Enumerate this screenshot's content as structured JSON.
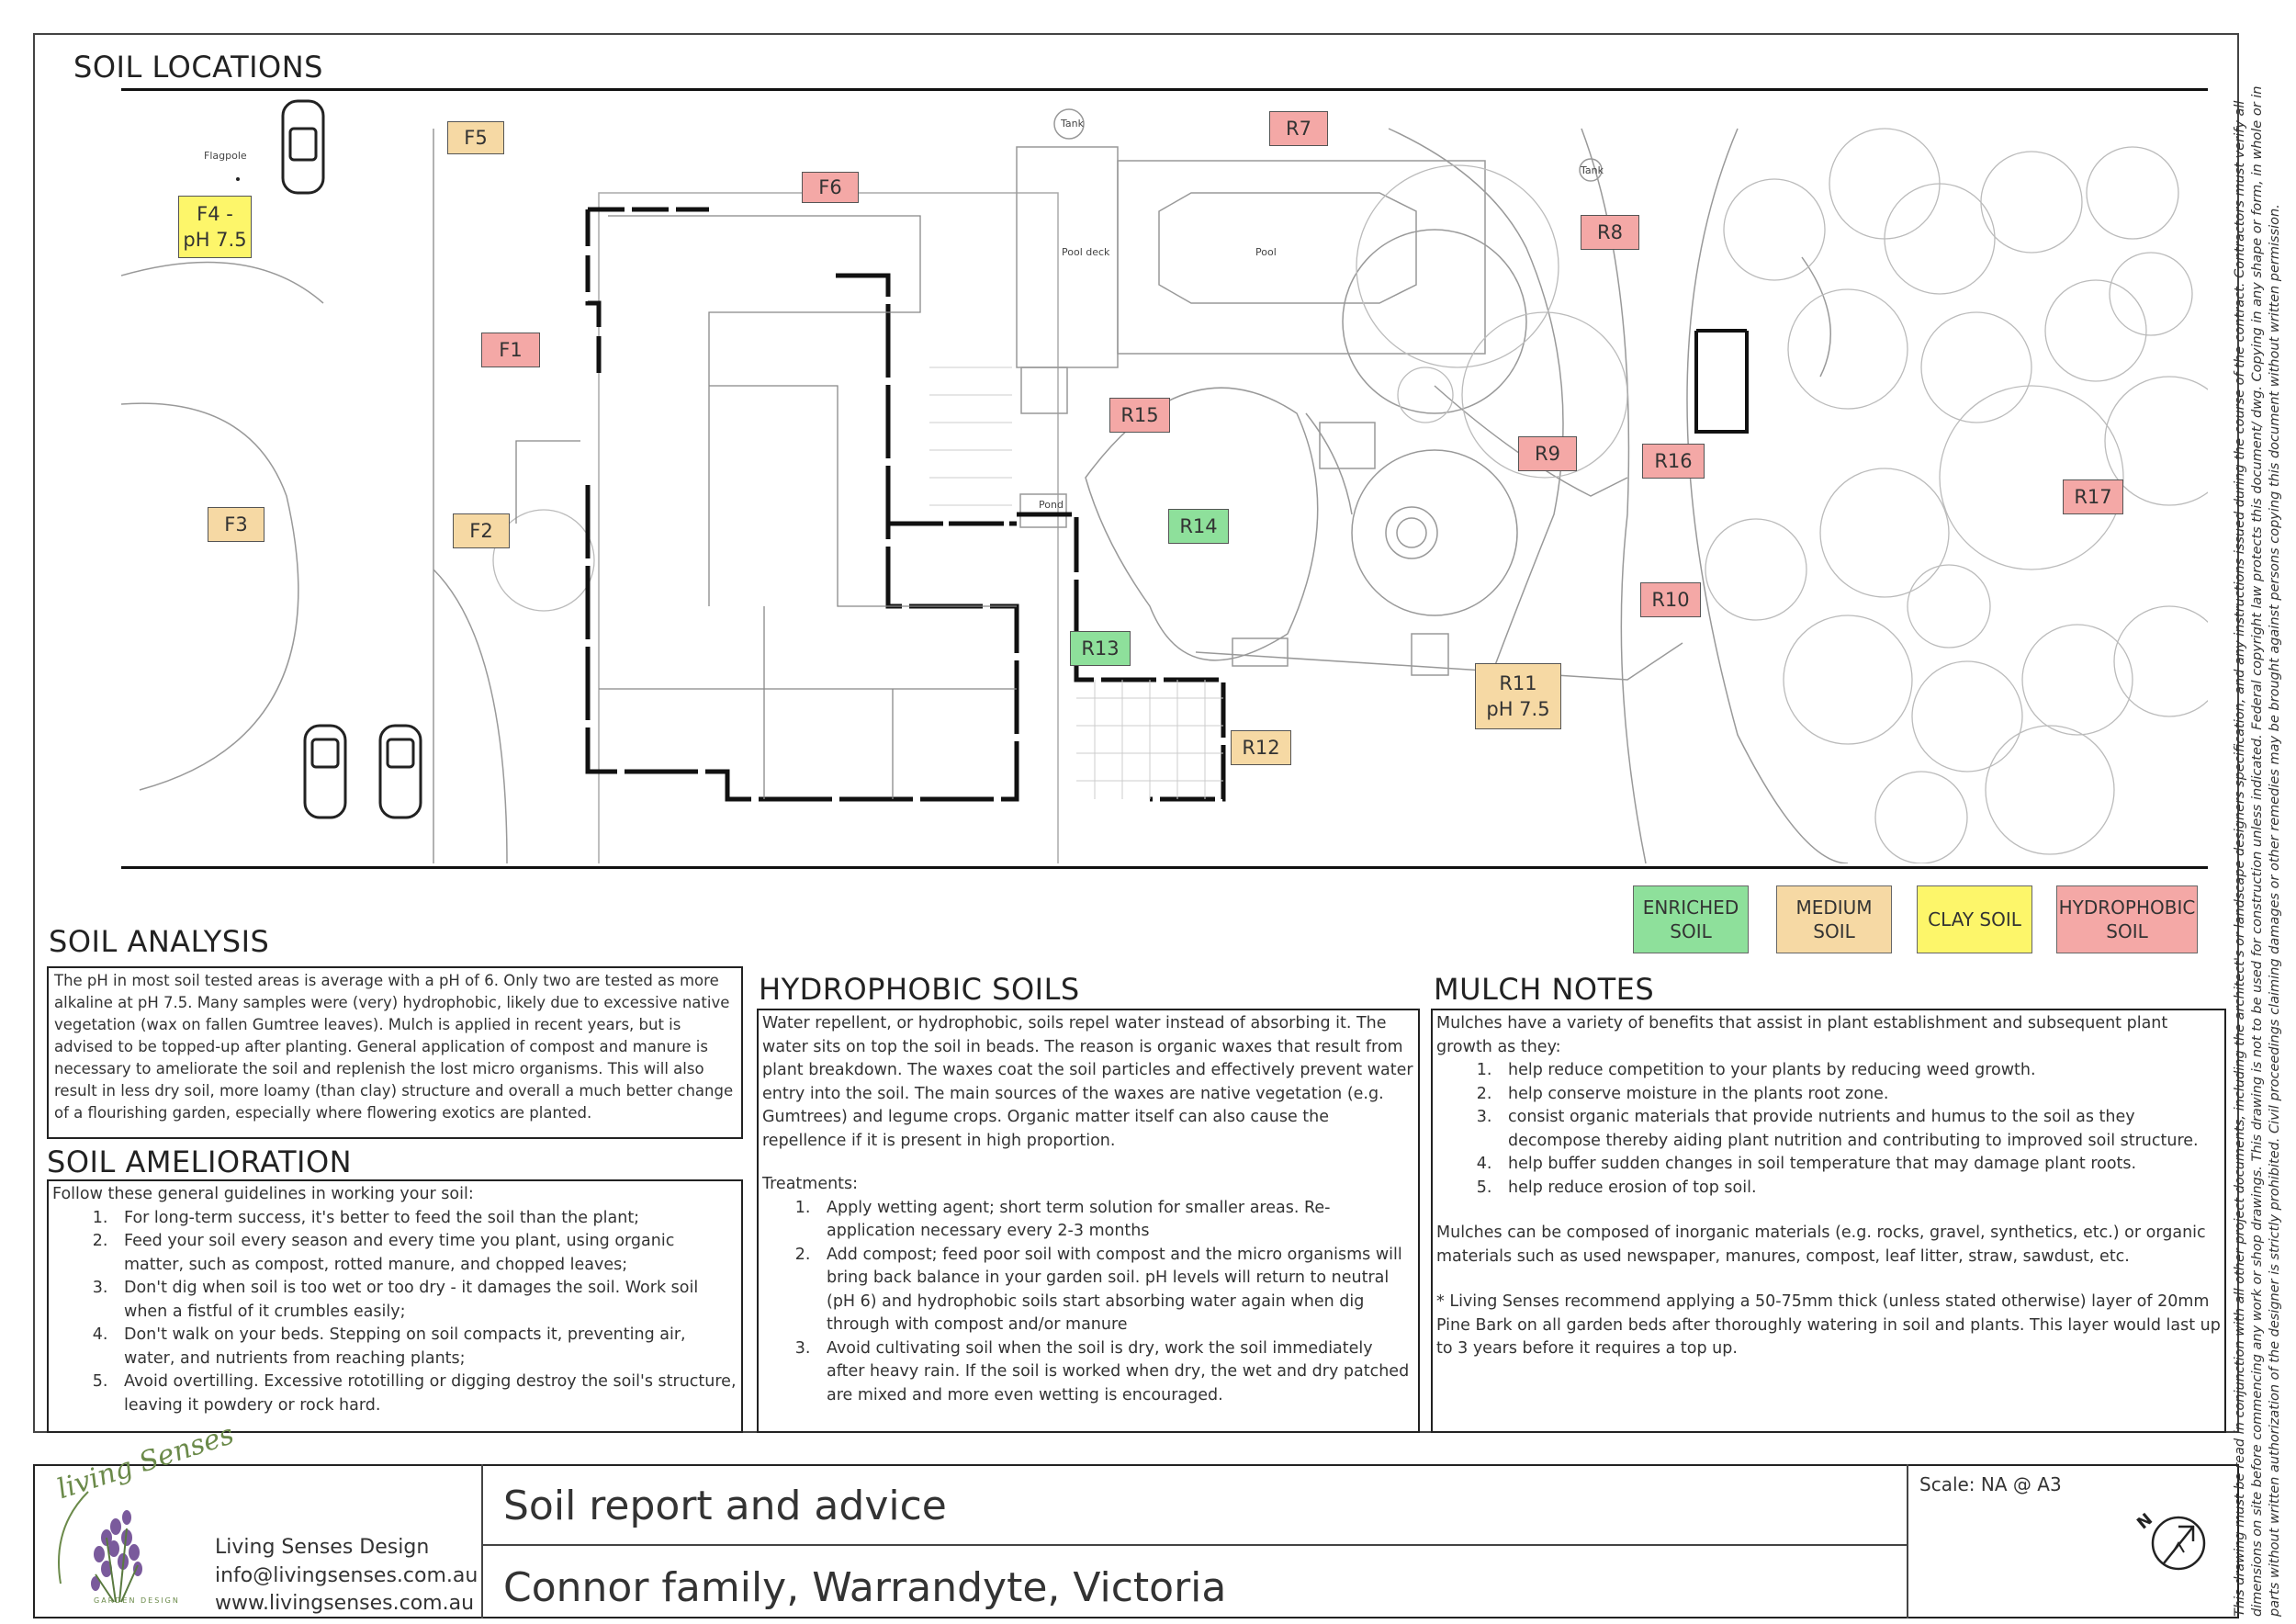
{
  "plan": {
    "title": "SOIL LOCATIONS",
    "labels": {
      "flagpole": "Flagpole",
      "tank1": "Tank",
      "tank2": "Tank",
      "pool_deck": "Pool deck",
      "pool": "Pool",
      "pond": "Pond"
    },
    "tags": [
      {
        "id": "f5",
        "text": "F5"
      },
      {
        "id": "f4",
        "text": "F4 -\npH 7.5"
      },
      {
        "id": "f6",
        "text": "F6"
      },
      {
        "id": "r7",
        "text": "R7"
      },
      {
        "id": "r8",
        "text": "R8"
      },
      {
        "id": "f1",
        "text": "F1"
      },
      {
        "id": "r15",
        "text": "R15"
      },
      {
        "id": "r9",
        "text": "R9"
      },
      {
        "id": "r16",
        "text": "R16"
      },
      {
        "id": "r17",
        "text": "R17"
      },
      {
        "id": "f3",
        "text": "F3"
      },
      {
        "id": "f2",
        "text": "F2"
      },
      {
        "id": "r14",
        "text": "R14"
      },
      {
        "id": "r10",
        "text": "R10"
      },
      {
        "id": "r13",
        "text": "R13"
      },
      {
        "id": "r11",
        "text": "R11\npH 7.5"
      },
      {
        "id": "r12",
        "text": "R12"
      }
    ]
  },
  "legend": {
    "enriched": "ENRICHED\nSOIL",
    "medium": "MEDIUM\nSOIL",
    "clay": "CLAY SOIL",
    "hydrophobic": "HYDROPHOBIC\nSOIL"
  },
  "colors": {
    "hydrophobic": "#f4a8a6",
    "medium": "#f6d9a4",
    "clay": "#fdf66a",
    "enriched": "#8ee09b"
  },
  "analysis": {
    "title": "SOIL ANALYSIS",
    "text": "The pH in most soil tested areas is average with a pH of 6. Only two are tested as more alkaline at pH 7.5. Many samples were (very) hydrophobic, likely due to excessive native vegetation (wax on fallen Gumtree leaves). Mulch is applied in recent years, but is advised to be topped-up after planting. General application of compost and manure is necessary to ameliorate the soil and replenish the lost micro organisms. This will also result in less dry soil, more loamy (than clay) structure and overall a much better change of a flourishing garden, especially where flowering exotics are planted."
  },
  "amelioration": {
    "title": "SOIL AMELIORATION",
    "intro": "Follow these general guidelines in working your soil:",
    "items": [
      "For long-term success, it's better to feed the soil than the plant;",
      "Feed your soil every season and every time you plant, using organic matter, such as compost, rotted manure, and chopped leaves;",
      "Don't dig when soil is too wet or too dry - it damages the soil. Work soil when a fistful of it crumbles easily;",
      "Don't walk on your beds. Stepping on soil compacts it, preventing air, water, and nutrients from reaching plants;",
      "Avoid overtilling. Excessive rototilling or digging destroy the soil's structure, leaving it powdery or rock hard."
    ]
  },
  "hydrophobic": {
    "title": "HYDROPHOBIC SOILS",
    "text": "Water repellent, or hydrophobic, soils repel water instead of absorbing it. The water sits on top the soil in beads. The reason is organic waxes that result from plant breakdown. The waxes coat the soil particles and effectively prevent water entry into the soil. The main sources of the waxes are native vegetation (e.g. Gumtrees) and legume crops. Organic matter itself can also cause the repellence if it is present in high proportion.",
    "treatments_label": "Treatments:",
    "items": [
      "Apply wetting agent; short term solution for smaller areas. Re-application necessary every 2-3 months",
      "Add compost; feed poor soil with compost and the micro organisms will bring back balance in your garden soil. pH levels will return to neutral (pH 6) and hydrophobic soils start absorbing water again when dig through with compost and/or manure",
      "Avoid cultivating soil when the soil is dry, work the soil immediately after heavy rain. If the soil is worked when dry, the wet and dry patched are mixed and more even wetting is encouraged."
    ]
  },
  "mulch": {
    "title": "MULCH NOTES",
    "intro": "Mulches have a variety of benefits that assist in plant establishment and subsequent plant growth as they:",
    "items": [
      "help reduce competition to your plants by reducing weed growth.",
      "help conserve moisture in the plants root zone.",
      "consist organic materials that provide nutrients and humus to the soil as they decompose thereby aiding plant nutrition and contributing to improved soil structure.",
      "help buffer sudden changes in soil temperature that may damage plant roots.",
      "help reduce erosion of top soil."
    ],
    "composition": "Mulches can be composed of inorganic materials (e.g. rocks, gravel, synthetics, etc.) or organic materials such as used newspaper, manures, compost, leaf litter, straw, sawdust, etc.",
    "recommendation": "* Living Senses recommend applying a 50-75mm thick (unless stated otherwise) layer of 20mm Pine Bark on all garden beds after thoroughly watering in soil and plants. This layer would last up to 3 years before it requires a top up."
  },
  "title_block": {
    "company": "Living Senses Design",
    "email": "info@livingsenses.com.au",
    "web": "www.livingsenses.com.au",
    "logo_text": "living Senses",
    "logo_sub": "GARDEN DESIGN",
    "project": "Soil report and advice",
    "client": "Connor family, Warrandyte, Victoria",
    "scale": "Scale: NA @ A3",
    "north": "N"
  },
  "side_note": "This drawing must be read in conjunction with all other project documents, including the architect's or landscape designers specification, and any instructions issued during the course of the contract. Contractors must verify all dimensions on site before commencing any work or shop drawings. This drawing is not to be used for construction unless indicated. Federal copyright law protects this document/ dwg. Copying in any shape or form, in whole or in parts without written authorization of the designer is strictly prohibited. Civil proceedings claiming damages or other remedies may be brought against persons copying this document without written permission."
}
